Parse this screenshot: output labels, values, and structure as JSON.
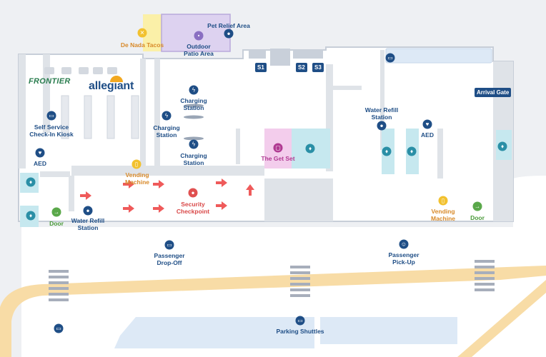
{
  "colors": {
    "background": "#eef0f3",
    "building": "#ffffff",
    "road": "#f8dca6",
    "water": "#dde9f6",
    "label_blue": "#1f4e86",
    "label_red": "#d94848",
    "label_orange": "#d88a2a",
    "label_pink": "#b03a92",
    "label_green": "#4a9a3a",
    "pet_area": "#ddd2f0",
    "tacos_area": "#fbf0a8",
    "get_set": "#f3cdec",
    "restroom": "#c6e8ef"
  },
  "brands": {
    "frontier": "FRONTIER",
    "allegiant": "allegiant"
  },
  "gates": {
    "s1": "S1",
    "s2": "S2",
    "s3": "S3",
    "arrival": "Arrival Gate"
  },
  "labels": {
    "de_nada_tacos": "De Nada Tacos",
    "pet_relief": "Pet Relief Area",
    "outdoor_patio": "Outdoor\nPatio Area",
    "self_service_kiosk": "Self Service\nCheck-In Kiosk",
    "aed_left": "AED",
    "aed_right": "AED",
    "charging_1": "Charging\nStation",
    "charging_2": "Charging\nStation",
    "charging_3": "Charging\nStation",
    "get_set": "The Get Set",
    "water_refill_right": "Water Refill\nStation",
    "water_refill_left": "Water Refill\nStation",
    "vending_left": "Vending\nMachine",
    "vending_right": "Vending\nMachine",
    "security_checkpoint": "Security\nCheckpoint",
    "door_left": "Door",
    "door_right": "Door",
    "passenger_dropoff": "Passenger\nDrop-Off",
    "passenger_pickup": "Passenger\nPick-Up",
    "parking_shuttles": "Parking Shuttles"
  },
  "icons": [
    "utensils-icon",
    "paw-icon",
    "bench-icon",
    "kiosk-icon",
    "heart-icon",
    "lightning-icon",
    "shopping-bag-icon",
    "restroom-icon",
    "water-drop-icon",
    "vending-icon",
    "location-pin-icon",
    "door-icon",
    "bus-icon",
    "person-walking-icon",
    "arrow-right-icon",
    "arrow-up-icon"
  ]
}
